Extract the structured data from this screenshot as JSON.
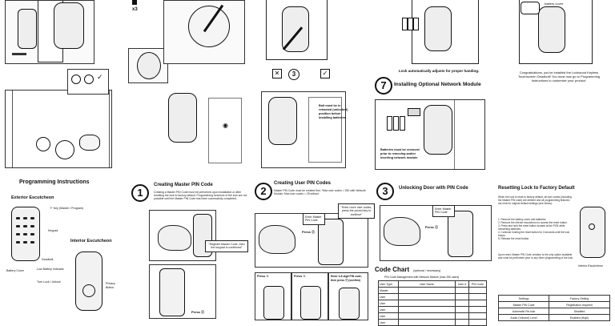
{
  "top_row": {
    "count_label": "x3",
    "adjust_caption": "Lock automatically adjusts for proper handing.",
    "complete_note": "Congratulations, you've installed the Lockwood Keyless Touchscreen Deadbolt! You must now go to Programming Instructions to customize your product.",
    "battery_note_top": "battery cover",
    "bolt_note": "Bolt must be in retracted (unlocked) position before installing batteries.",
    "network_step_number": "7",
    "network_title": "Installing Optional Network Module",
    "network_note": "Batteries must be removed prior to removing and/or inserting network module.",
    "x_step_number": "3"
  },
  "programming": {
    "title": "Programming Instructions",
    "exterior_label": "Exterior Escutcheon",
    "interior_label": "Interior Escutcheon",
    "labels": {
      "y_key": "'Y' Key (Master / Program)",
      "keypad": "Keypad",
      "indicator": "Low Battery Indicator",
      "battery_cover": "Battery Cover",
      "deadbolt": "Deadbolt",
      "lock_unlock": "Turn Lock / Unlock",
      "privacy": "Privacy Button"
    }
  },
  "step1": {
    "number": "1",
    "title": "Creating Master PIN Code",
    "description": "Creating a Master PIN Code must be performed upon installation or after resetting the lock to factory default. Programming functions of the lock are not possible until the Master PIN Code has been successfully completed.",
    "bubble": "\"Register Master Code, then the keypad is confirmed\"",
    "press": "Press ⓨ"
  },
  "step2": {
    "number": "2",
    "title": "Creating User PIN Codes",
    "description": "Master PIN Code must be created first. *Max user codes = 250 with Network Module, Max user codes = 25 without",
    "bubble_enter": "Enter Master PIN Code",
    "bubble_more": "\"Enter more user codes, press the pound key to continue\"",
    "press1": "Press ⓨ",
    "press2": "Press ①",
    "press3": "Press ①",
    "press4": "Enter 4-8 digit PIN code, then press ⓨ (confirm)"
  },
  "step3": {
    "number": "3",
    "title": "Unlocking Door with PIN Code",
    "bubble_enter": "Enter Master PIN Code",
    "press": "Press ⓨ"
  },
  "code_chart": {
    "title": "Code Chart",
    "subtitle": "(optional / necessary)",
    "caption": "PIN Code Management with Network Module (max 250 users)",
    "headers": [
      "User Type",
      "User Name",
      "User #",
      "PIN Code"
    ],
    "rows": [
      "Master",
      "User",
      "User",
      "User",
      "User",
      "User",
      "User"
    ]
  },
  "reset": {
    "title": "Resetting Lock to Factory Default",
    "intro": "When the lock is reset to factory default, all user codes (including the Master PIN code) are deleted and all programming features are reset to original default settings (see below).",
    "steps": [
      "1. Remove the battery cover and batteries.",
      "2. Remove the interior escutcheon to access the reset button.",
      "3. Press and hold the reset button located at the PCB while reinserting batteries.",
      "4. Continue holding the reset button for 3 seconds until the lock beeps.",
      "5. Release the reset button."
    ],
    "note": "Upon reset, Master PIN Code creation is the only option available and must be performed prior to any other programming of the lock.",
    "interior_label": "Interior Escutcheon",
    "table_headers": [
      "Settings",
      "Factory Setting"
    ],
    "table_rows": [
      [
        "Master PIN Code",
        "Registration required"
      ],
      [
        "Automatic Re-lock",
        "Disabled"
      ],
      [
        "Audio (Volume) Level",
        "Enabled (High)"
      ]
    ]
  }
}
